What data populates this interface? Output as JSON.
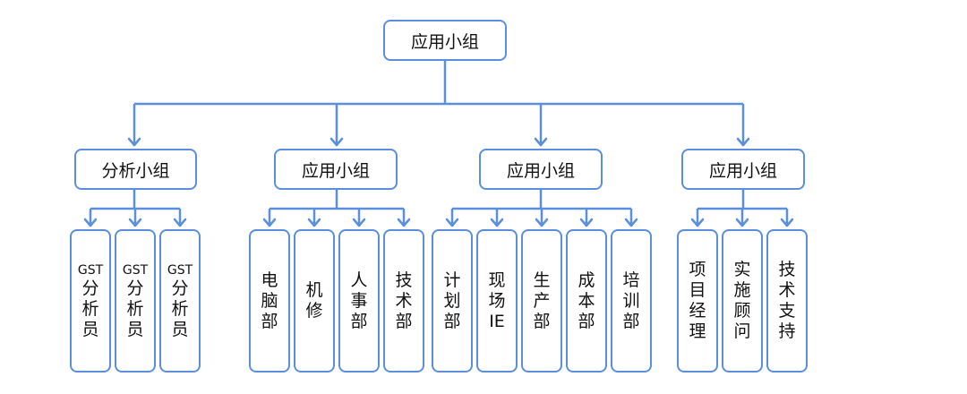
{
  "line_color": "#5b8fdc",
  "root": {
    "label": "应用小组"
  },
  "groups": [
    {
      "label": "分析小组",
      "children": [
        "GST分析员",
        "GST分析员",
        "GST分析员"
      ]
    },
    {
      "label": "应用小组",
      "children": [
        "电脑部",
        "机修",
        "人事部",
        "技术部"
      ]
    },
    {
      "label": "应用小组",
      "children": [
        "计划部",
        "现场IE",
        "生产部",
        "成本部",
        "培训部"
      ]
    },
    {
      "label": "应用小组",
      "children": [
        "项目经理",
        "实施顾问",
        "技术支持"
      ]
    }
  ]
}
